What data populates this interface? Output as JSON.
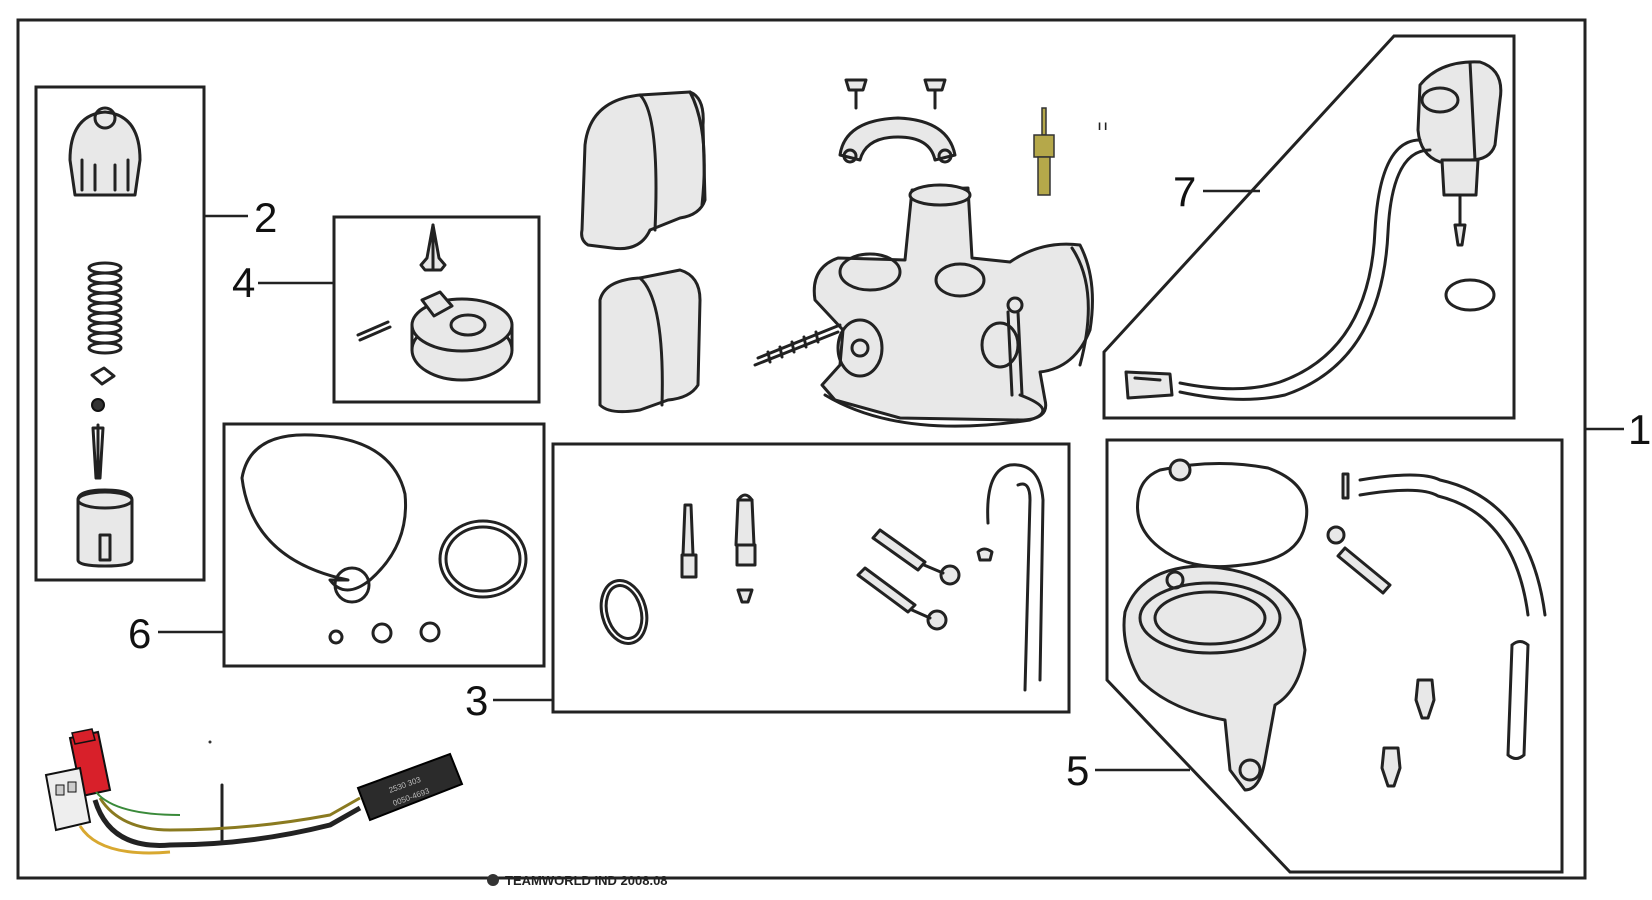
{
  "callouts": {
    "c1": "1",
    "c2": "2",
    "c3": "3",
    "c4": "4",
    "c5": "5",
    "c6": "6",
    "c7": "7"
  },
  "footer": {
    "text": "TEAMWORLD IND 2008.08",
    "logo_icon": "teamworld-logo-icon"
  },
  "colors": {
    "line": "#222222",
    "connector_red": "#d8202a",
    "brass_fitting": "#b5a84a"
  }
}
